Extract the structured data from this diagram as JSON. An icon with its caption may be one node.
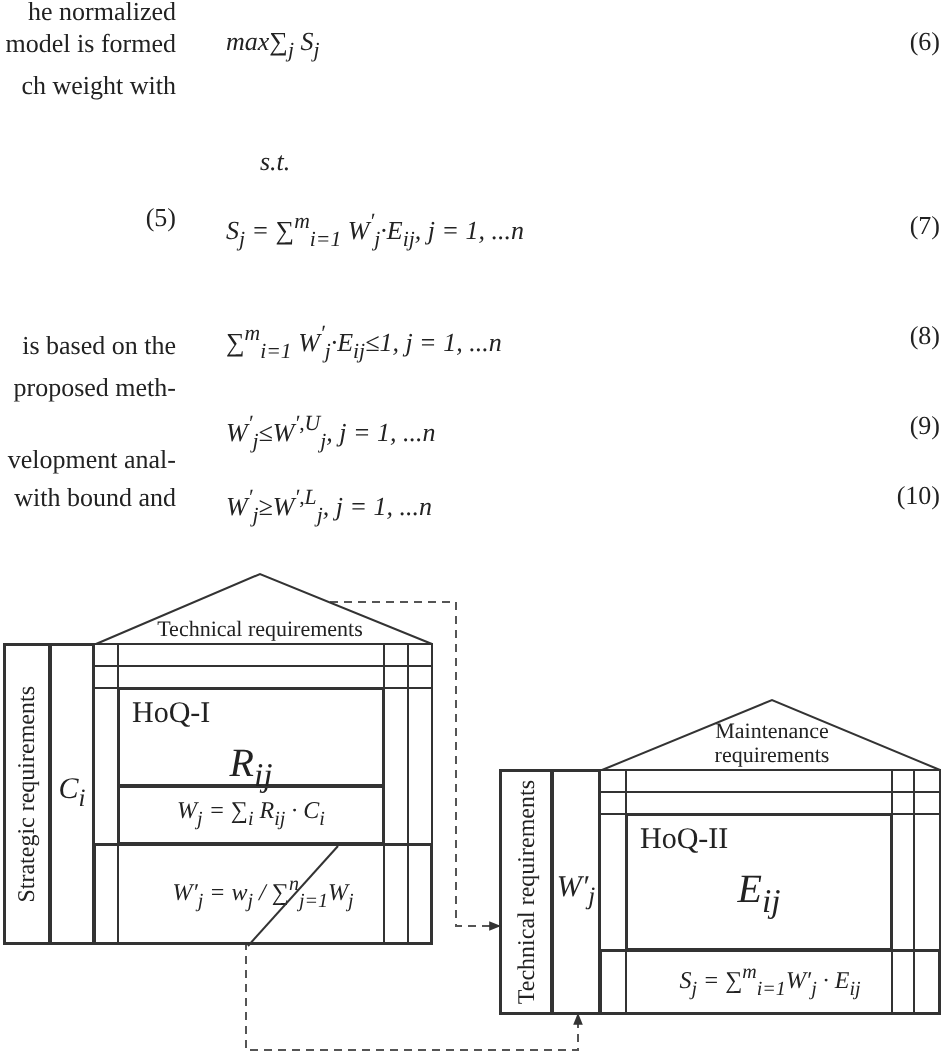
{
  "diagram": {
    "nodes": [
      {
        "text": [
          "Technical requirements"
        ]
      },
      {
        "text": [
          "Strategic requirements"
        ],
        "in": 0
      },
      {
        "text": [
          "C$_{i}$"
        ],
        "in": 0
      },
      {
        "text": [
          "HoQ-I",
          "R$_{ij}$"
        ],
        "in": 0
      },
      {
        "text": [
          "W$_{j}$ = ∑$_{i}$ R$_{ij}$ · C$_{i}$"
        ],
        "in": 0
      },
      {
        "text": [
          "W′$_{j}$ = w$_{j}$ / ∑$^{n}$$_{j=1}$W$_{j}$"
        ],
        "in": 0
      },
      {
        "text": [
          "Maintenance requirements"
        ]
      },
      {
        "text": [
          "Technical requirements"
        ],
        "in": 6
      },
      {
        "text": [
          "W′$_{j}$"
        ],
        "in": 6
      },
      {
        "text": [
          "HoQ-II",
          "E$_{ij}$"
        ],
        "in": 6
      },
      {
        "text": [
          "S$_{j}$ = ∑$^{m}$$_{i=1}$W′$_{j}$ · E$_{ij}$"
        ],
        "in": 6
      }
    ],
    "edges": [
      {
        "from": 0,
        "to": 7,
        "arrow": "to",
        "style": "dashed"
      },
      {
        "from": 5,
        "to": 8,
        "arrow": "to",
        "style": "dashed"
      }
    ],
    "labels": [
      "he normalized",
      "max∑$_{j}$ S$_{j}$",
      "(6)",
      "model is formed",
      "ch weight with",
      "s.t.",
      "(5)",
      "S$_{j}$ = ∑$^{m}$$_{i=1}$ W$^{′}$$_{j}$·E$_{ij}$, j = 1, ...n",
      "(7)",
      "is based on the",
      "∑$^{m}$$_{i=1}$ W$^{′}$$_{j}$·E$_{ij}$≤1,  j = 1, ...n",
      "(8)",
      "proposed meth-",
      "W$^{′}$$_{j}$≤W$^{′,U}$$_{j}$,  j = 1, ...n",
      "(9)",
      "velopment anal-",
      "with bound and",
      "W$^{′}$$_{j}$≥W$^{′,L}$$_{j}$,  j = 1, ...n",
      "(10)"
    ]
  }
}
